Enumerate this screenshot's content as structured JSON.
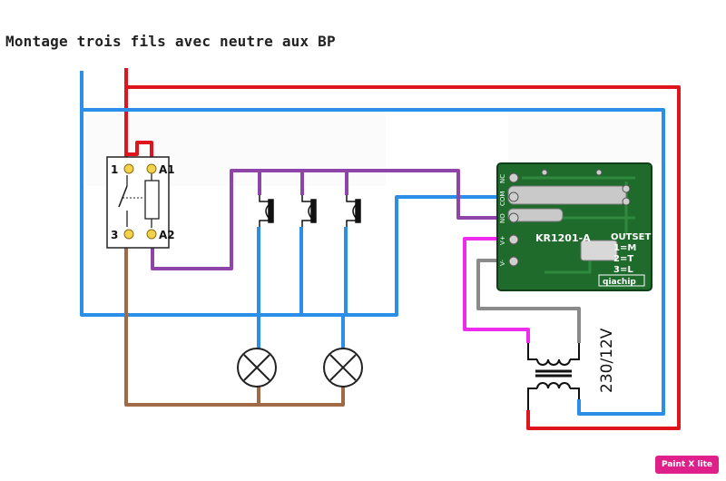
{
  "title": "Montage trois fils avec neutre aux BP",
  "relay": {
    "terminal_1": "1",
    "terminal_3": "3",
    "terminal_a1": "A1",
    "terminal_a2": "A2"
  },
  "module": {
    "model": "KR1201-A",
    "outset_heading": "OUTSET",
    "outset_1": "1=M",
    "outset_2": "2=T",
    "outset_3": "3=L",
    "brand": "qiachip",
    "pin_nc": "NC",
    "pin_com": "COM",
    "pin_no": "NO",
    "pin_vplus": "V+",
    "pin_vminus": "V-"
  },
  "transformer_label": "230/12V",
  "watermark": "Paint X lite",
  "colors": {
    "phase": "#e0141c",
    "neutral": "#2b8ee8",
    "command": "#8e44a8",
    "lamp_return": "#a06a44",
    "dc_plus": "#ee2cee",
    "dc_minus": "#8a8a8a",
    "pcb": "#1e6b2c"
  }
}
